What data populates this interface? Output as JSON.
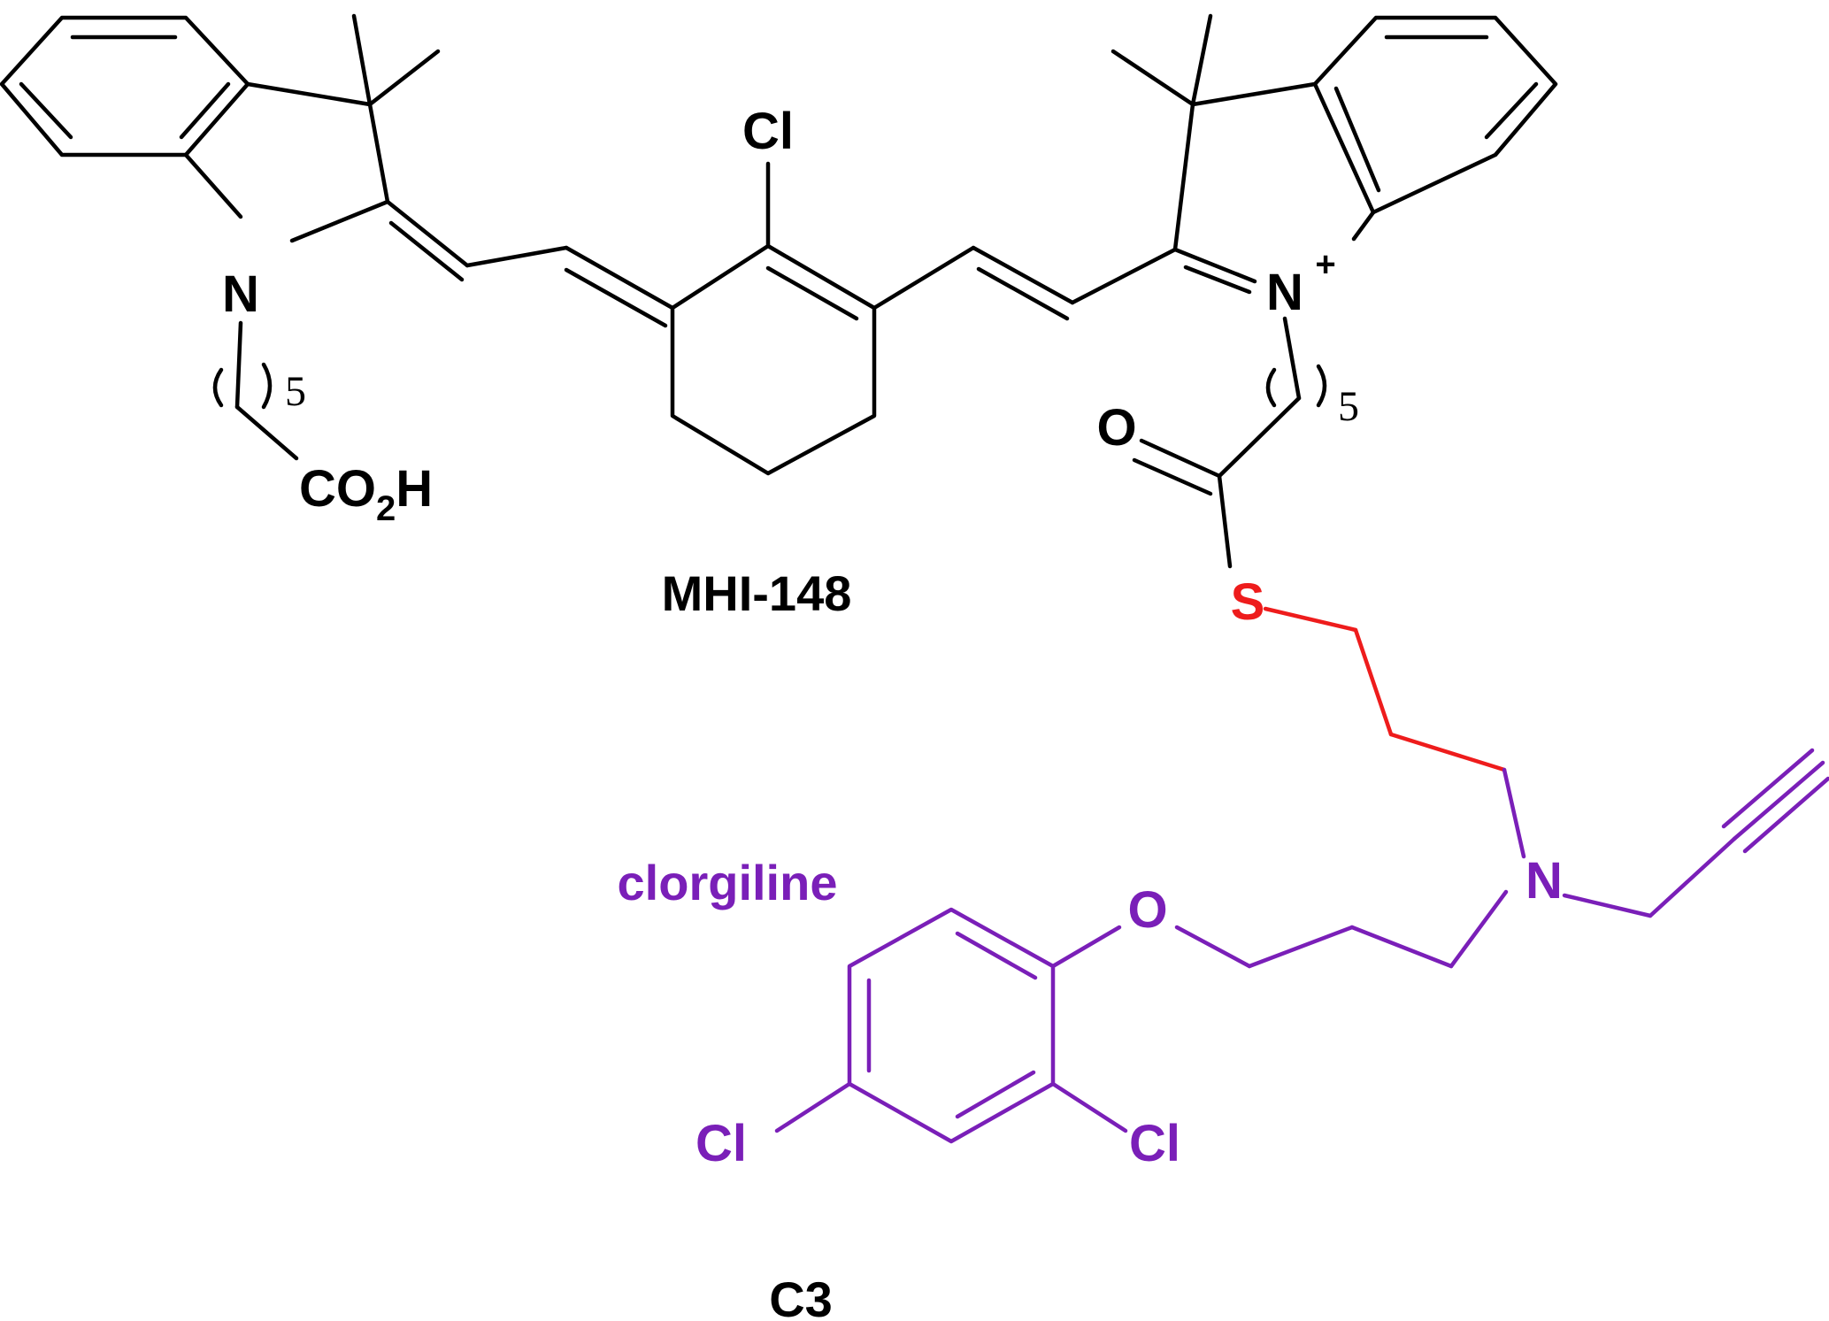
{
  "figure": {
    "colors": {
      "default": "#000000",
      "linker": "#ee1c1c",
      "clorgiline": "#7a1fb8"
    },
    "mhi148": {
      "caption": "MHI-148",
      "atoms": {
        "cl": "Cl",
        "n_left": "N",
        "n_right": "N",
        "charge": "+",
        "co": "CO",
        "two": "2",
        "h": "H"
      },
      "repeat_left": "5",
      "repeat_right": "5"
    },
    "linker": {
      "o": "O",
      "s": "S"
    },
    "clorgiline": {
      "label": "clorgiline",
      "atoms": {
        "n": "N",
        "o": "O",
        "cl_left": "Cl",
        "cl_right": "Cl"
      }
    },
    "compound_caption": "C3"
  }
}
